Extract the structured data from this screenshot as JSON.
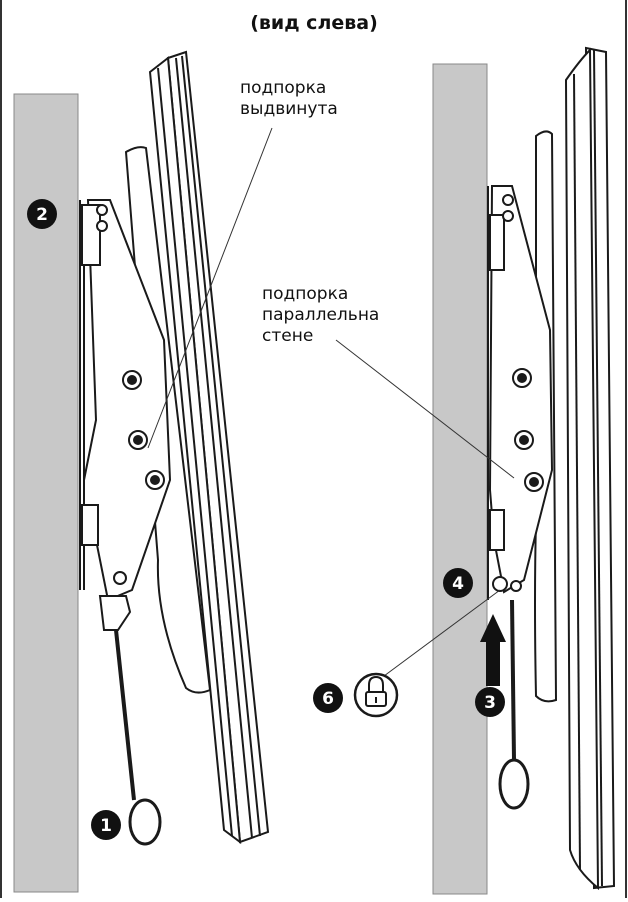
{
  "title": "(вид слева)",
  "labels": {
    "strut_extended": [
      "подпорка",
      "выдвинута"
    ],
    "strut_parallel": [
      "подпорка",
      "параллельна",
      "стене"
    ]
  },
  "callouts": [
    "1",
    "2",
    "3",
    "4",
    "6"
  ],
  "colors": {
    "wall": "#c8c8c8",
    "line": "#1a1a1a",
    "badge_fill": "#111111",
    "badge_text": "#ffffff"
  },
  "icons": [
    "lock-icon",
    "arrow-up-icon"
  ]
}
